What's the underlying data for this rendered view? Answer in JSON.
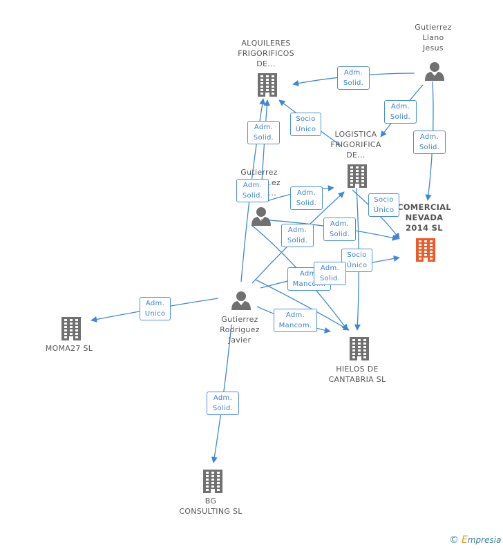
{
  "colors": {
    "edge": "#3f87d6",
    "company": "#707070",
    "main_company": "#f05a28",
    "person": "#707070"
  },
  "nodes": {
    "alquileres": {
      "lines": [
        "ALQUILERES",
        "FRIGORIFICOS",
        "DE..."
      ],
      "type": "company"
    },
    "logistica": {
      "lines": [
        "LOGISTICA",
        "FRIGORIFICA",
        "DE..."
      ],
      "type": "company"
    },
    "comercial": {
      "lines": [
        "COMERCIAL",
        "NEVADA",
        "2014 SL"
      ],
      "type": "main-company"
    },
    "hielos": {
      "lines": [
        "HIELOS DE",
        "CANTABRIA SL"
      ],
      "type": "company"
    },
    "moma27": {
      "lines": [
        "MOMA27 SL"
      ],
      "type": "company"
    },
    "bg": {
      "lines": [
        "BG",
        "CONSULTING SL"
      ],
      "type": "company"
    },
    "llano": {
      "lines": [
        "Gutierrez",
        "Llano",
        "Jesus"
      ],
      "type": "person"
    },
    "gut_mid": {
      "lines": [
        "Gutierrez",
        "...ez",
        "..."
      ],
      "type": "person"
    },
    "rodriguez": {
      "lines": [
        "Gutierrez",
        "Rodriguez",
        "Javier"
      ],
      "type": "person"
    }
  },
  "edge_labels": [
    {
      "id": "e1",
      "lines": [
        "Adm.",
        "Solid."
      ]
    },
    {
      "id": "e2",
      "lines": [
        "Adm.",
        "Solid."
      ]
    },
    {
      "id": "e3",
      "lines": [
        "Adm.",
        "Solid."
      ]
    },
    {
      "id": "e4",
      "lines": [
        "Socio",
        "Único"
      ]
    },
    {
      "id": "e5",
      "lines": [
        "Adm.",
        "Solid."
      ]
    },
    {
      "id": "e6",
      "lines": [
        "Adm.",
        "Solid."
      ]
    },
    {
      "id": "e7",
      "lines": [
        "Adm.",
        "Solid."
      ]
    },
    {
      "id": "e8",
      "lines": [
        "Socio",
        "Único"
      ]
    },
    {
      "id": "e9",
      "lines": [
        "Adm.",
        "Solid."
      ]
    },
    {
      "id": "e10",
      "lines": [
        "Adm.",
        "Solid."
      ]
    },
    {
      "id": "e11",
      "lines": [
        "Socio",
        "Único"
      ]
    },
    {
      "id": "e12",
      "lines": [
        "Adm.",
        "Mancom."
      ]
    },
    {
      "id": "e13",
      "lines": [
        "Adm.",
        "Solid."
      ]
    },
    {
      "id": "e14",
      "lines": [
        "Adm.",
        "Unico"
      ]
    },
    {
      "id": "e15",
      "lines": [
        "Adm.",
        "Mancom."
      ]
    },
    {
      "id": "e16",
      "lines": [
        "Adm.",
        "Solid."
      ]
    }
  ],
  "brand": {
    "copyright": "©",
    "name_first": "E",
    "name_rest": "mpresia"
  }
}
